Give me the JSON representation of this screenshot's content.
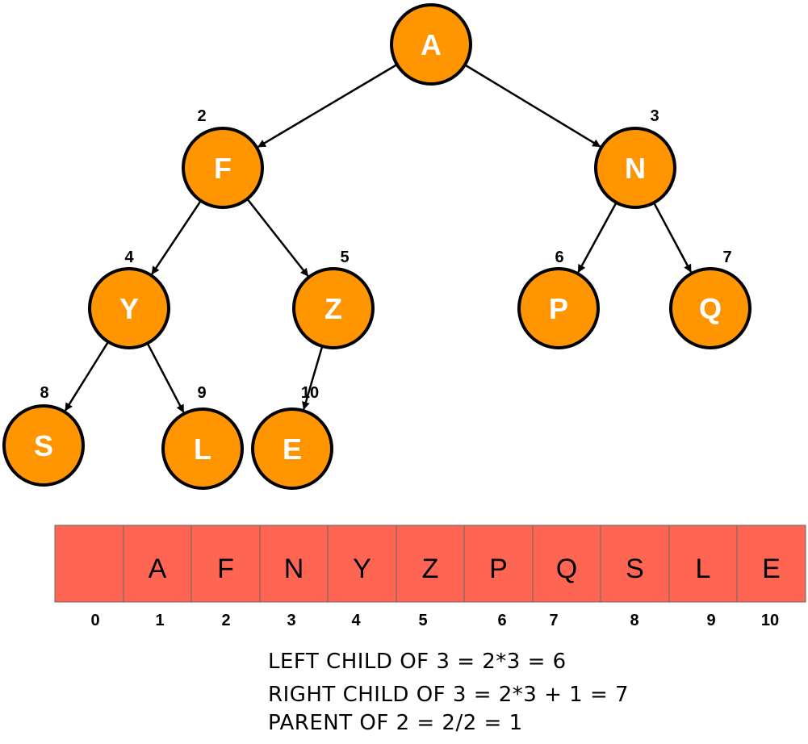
{
  "colors": {
    "node_fill": "#FF9500",
    "node_stroke": "#000000",
    "node_text": "#FFFFFF",
    "array_fill": "#FF6553",
    "array_stroke": "#666666",
    "edge": "#000000"
  },
  "tree": {
    "nodes": [
      {
        "id": 1,
        "letter": "A",
        "index": ""
      },
      {
        "id": 2,
        "letter": "F",
        "index": "2"
      },
      {
        "id": 3,
        "letter": "N",
        "index": "3"
      },
      {
        "id": 4,
        "letter": "Y",
        "index": "4"
      },
      {
        "id": 5,
        "letter": "Z",
        "index": "5"
      },
      {
        "id": 6,
        "letter": "P",
        "index": "6"
      },
      {
        "id": 7,
        "letter": "Q",
        "index": "7"
      },
      {
        "id": 8,
        "letter": "S",
        "index": "8"
      },
      {
        "id": 9,
        "letter": "L",
        "index": "9"
      },
      {
        "id": 10,
        "letter": "E",
        "index": "10"
      }
    ],
    "edges": [
      {
        "from": 1,
        "to": 2
      },
      {
        "from": 1,
        "to": 3
      },
      {
        "from": 2,
        "to": 4
      },
      {
        "from": 2,
        "to": 5
      },
      {
        "from": 3,
        "to": 6
      },
      {
        "from": 3,
        "to": 7
      },
      {
        "from": 4,
        "to": 8
      },
      {
        "from": 4,
        "to": 9
      },
      {
        "from": 5,
        "to": 10
      }
    ]
  },
  "array": {
    "cells": [
      "",
      "A",
      "F",
      "N",
      "Y",
      "Z",
      "P",
      "Q",
      "S",
      "L",
      "E"
    ],
    "indices": [
      "0",
      "1",
      "2",
      "3",
      "4",
      "5",
      "6",
      "7",
      "8",
      "9",
      "10"
    ]
  },
  "formulas": [
    "LEFT CHILD OF 3 = 2*3 = 6",
    "RIGHT CHILD OF 3 = 2*3 + 1 = 7",
    "PARENT OF 2 = 2/2 = 1"
  ]
}
